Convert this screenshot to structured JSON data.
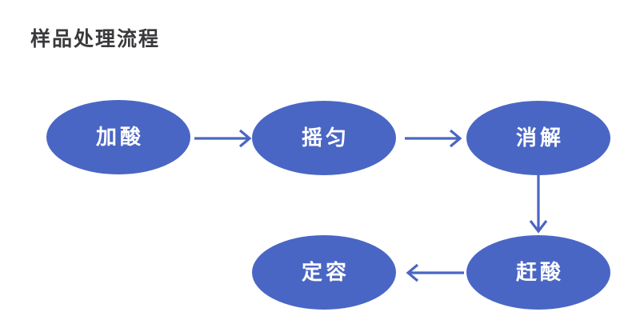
{
  "page": {
    "title": "样品处理流程",
    "background_color": "#ffffff"
  },
  "theme": {
    "node_fill": "#4a66c4",
    "node_text_color": "#ffffff",
    "connector_color": "#4a66c4",
    "title_color": "#3a3a3c"
  },
  "diagram": {
    "type": "flowchart",
    "orientation": "horizontal-then-wrap",
    "nodes": [
      {
        "id": "add-acid",
        "label": "加酸",
        "shape": "ellipse",
        "row": 1,
        "col": 1
      },
      {
        "id": "shake",
        "label": "摇匀",
        "shape": "ellipse",
        "row": 1,
        "col": 2
      },
      {
        "id": "digest",
        "label": "消解",
        "shape": "ellipse",
        "row": 1,
        "col": 3
      },
      {
        "id": "dilute",
        "label": "定容",
        "shape": "ellipse",
        "row": 2,
        "col": 2
      },
      {
        "id": "acid-off",
        "label": "赶酸",
        "shape": "ellipse",
        "row": 2,
        "col": 3
      }
    ],
    "edges": [
      {
        "id": "add-acid-to-shake",
        "from": "加酸",
        "to": "摇匀",
        "direction": "right"
      },
      {
        "id": "shake-to-digest",
        "from": "摇匀",
        "to": "消解",
        "direction": "right"
      },
      {
        "id": "digest-to-acid-off",
        "from": "消解",
        "to": "赶酸",
        "direction": "down"
      },
      {
        "id": "acid-off-to-dilute",
        "from": "赶酸",
        "to": "定容",
        "direction": "left"
      }
    ]
  }
}
